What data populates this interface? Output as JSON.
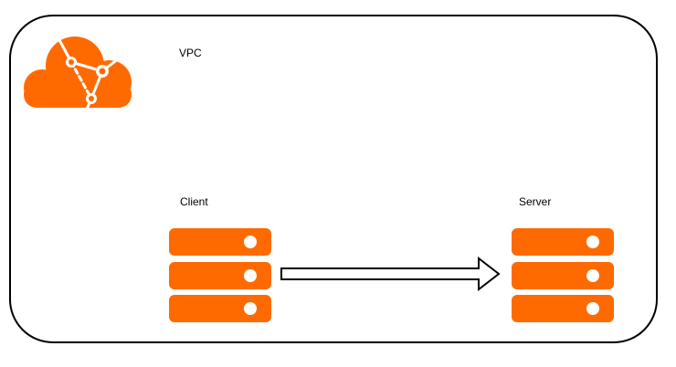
{
  "diagram": {
    "vpc_label": "VPC",
    "client_label": "Client",
    "server_label": "Server",
    "accent_color": "#ff6a00",
    "border_color": "#000000",
    "icons": [
      "cloud-network-icon",
      "server-rack-icon",
      "right-arrow-icon"
    ]
  }
}
